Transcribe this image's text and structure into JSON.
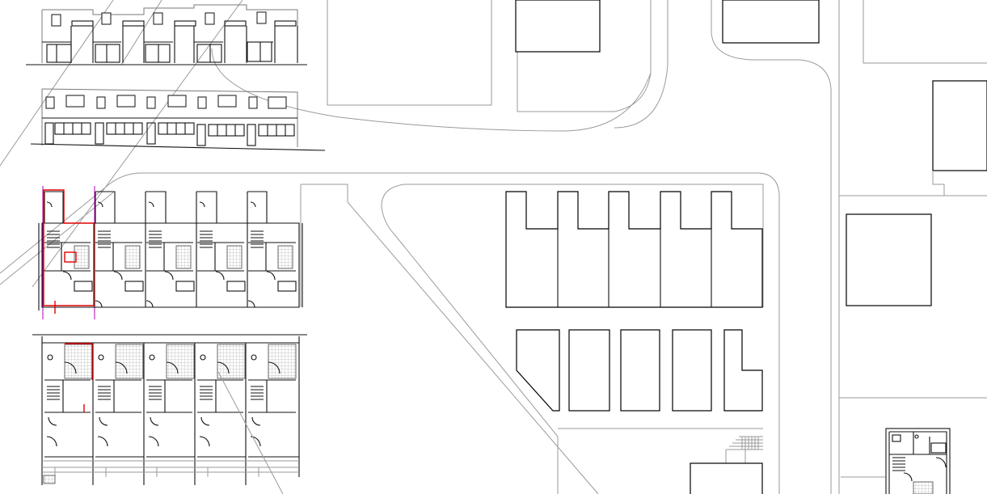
{
  "drawing": {
    "type": "cad-site-plan",
    "background": "#ffffff",
    "colors": {
      "linework": "#000000",
      "road_edges": "#9a9a9a",
      "selected_unit": "#e00000",
      "guide_lines": "#b000b0",
      "floor_tiles": "#b5b5b5"
    },
    "terrace": {
      "house_count": 5
    },
    "icons": [
      "stair-symbol",
      "door-swing",
      "floor-tile-hatch"
    ]
  }
}
